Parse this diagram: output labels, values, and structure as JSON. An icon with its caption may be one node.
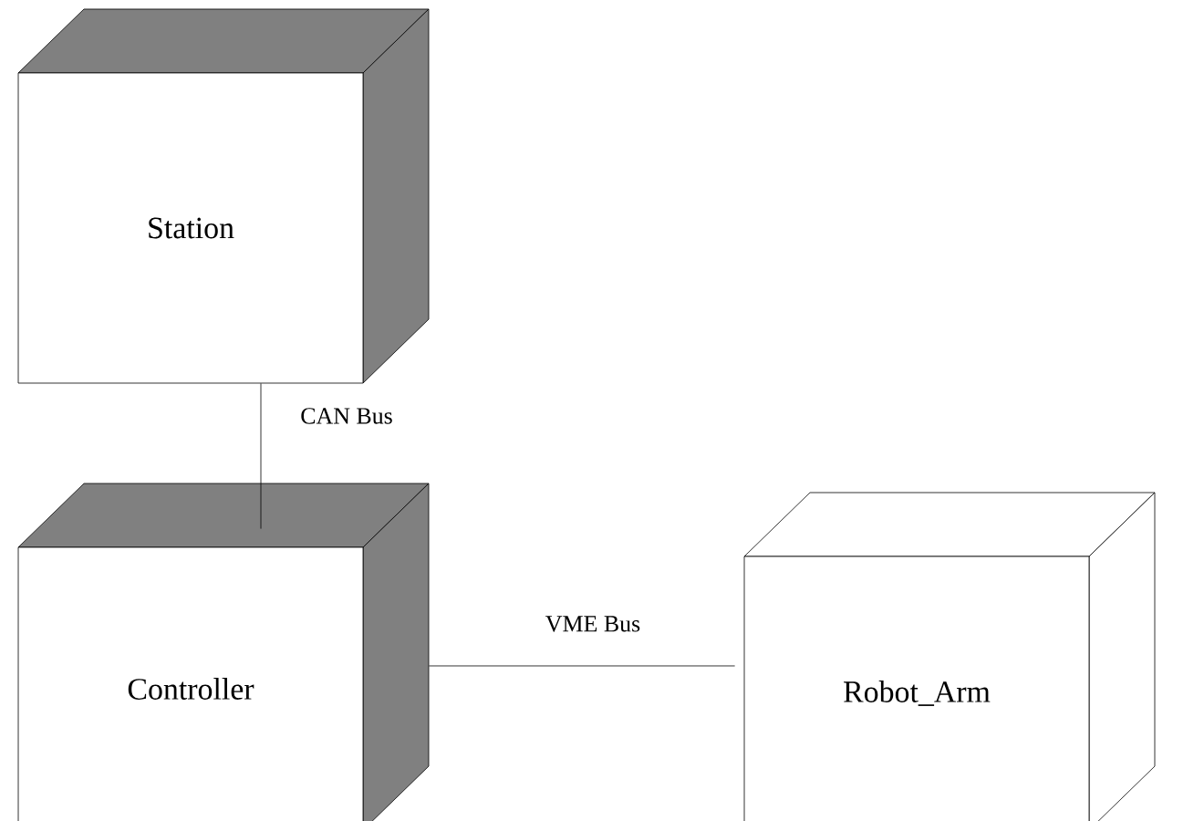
{
  "diagram": {
    "nodes": [
      {
        "text": [
          "Station"
        ]
      },
      {
        "text": [
          "Controller"
        ]
      },
      {
        "text": [
          "Robot_Arm"
        ]
      }
    ],
    "edges": [
      {
        "from": 0,
        "to": 1,
        "arrow": "none",
        "label": "CAN Bus"
      },
      {
        "from": 1,
        "to": 2,
        "arrow": "none",
        "label": "VME Bus"
      }
    ]
  }
}
